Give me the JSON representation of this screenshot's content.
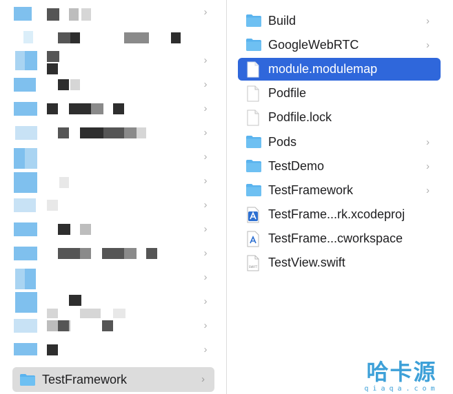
{
  "left_column": {
    "selected_item": {
      "label": "TestFramework",
      "icon": "folder-icon"
    },
    "chevron": "›"
  },
  "right_column": {
    "items": [
      {
        "label": "Build",
        "icon": "folder-icon",
        "has_chevron": true,
        "selected": false
      },
      {
        "label": "GoogleWebRTC",
        "icon": "folder-icon",
        "has_chevron": true,
        "selected": false
      },
      {
        "label": "module.modulemap",
        "icon": "document-icon",
        "has_chevron": false,
        "selected": true
      },
      {
        "label": "Podfile",
        "icon": "document-icon",
        "has_chevron": false,
        "selected": false
      },
      {
        "label": "Podfile.lock",
        "icon": "document-icon",
        "has_chevron": false,
        "selected": false
      },
      {
        "label": "Pods",
        "icon": "folder-icon",
        "has_chevron": true,
        "selected": false
      },
      {
        "label": "TestDemo",
        "icon": "folder-icon",
        "has_chevron": true,
        "selected": false
      },
      {
        "label": "TestFramework",
        "icon": "folder-icon",
        "has_chevron": true,
        "selected": false
      },
      {
        "label": "TestFrame...rk.xcodeproj",
        "icon": "xcodeproj-icon",
        "has_chevron": false,
        "selected": false
      },
      {
        "label": "TestFrame...cworkspace",
        "icon": "xcworkspace-icon",
        "has_chevron": false,
        "selected": false
      },
      {
        "label": "TestView.swift",
        "icon": "swift-file-icon",
        "has_chevron": false,
        "selected": false
      }
    ]
  },
  "colors": {
    "selection_active": "#2f67db",
    "selection_inactive": "#dcdcdc",
    "folder": "#5ab3ee",
    "watermark": "#3da0d8"
  },
  "watermark": {
    "text": "哈卡源",
    "subtext": "qiaqa.com"
  }
}
